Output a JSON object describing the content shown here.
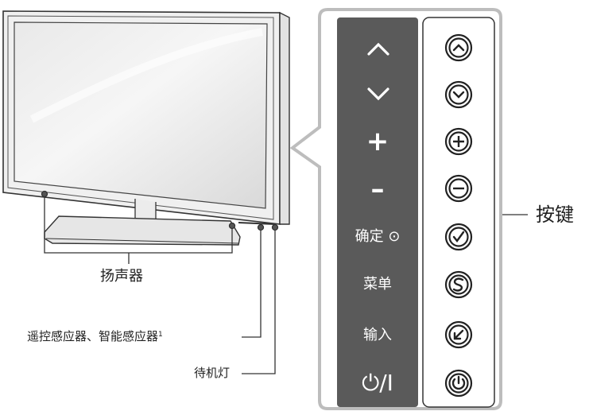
{
  "labels": {
    "speaker": "扬声器",
    "sensors": "遥控感应器、智能感应器",
    "sensors_note": "1",
    "standby": "待机灯",
    "buttons": "按键"
  },
  "panel_keys": {
    "up": "︿",
    "down": "﹀",
    "plus": "+",
    "minus": "–",
    "ok": "确定",
    "ok_dot": "⊙",
    "menu": "菜单",
    "input": "输入",
    "power": "⏻/I"
  },
  "icons": [
    "chevron-up-icon",
    "chevron-down-icon",
    "plus-icon",
    "minus-icon",
    "check-icon",
    "settings-s-icon",
    "back-arrow-icon",
    "power-icon"
  ],
  "colors": {
    "panel_dark": "#5a5a5a",
    "frame": "#bdbdbd",
    "line": "#333333"
  }
}
